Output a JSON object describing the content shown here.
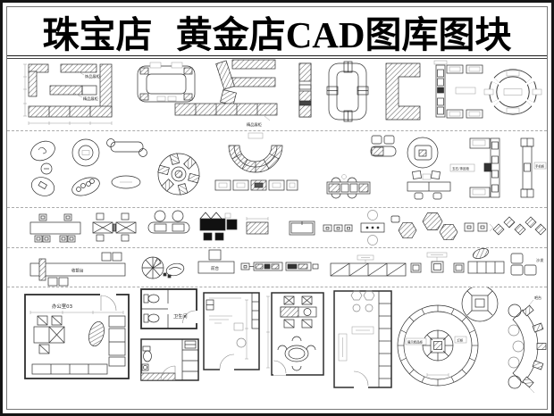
{
  "header": {
    "title": "珠宝店 黄金店CAD图库图块"
  },
  "labels": {
    "ornament_display": "饰品展柜",
    "boutique_display_a": "精品展柜",
    "boutique_display_b": "精品展柜",
    "jade_ornament_cabinet": "玉石.饰品柜",
    "phone_cabinet": "手机柜",
    "cashier_counter": "收银台",
    "reception_desk": "前台",
    "sofa": "沙发",
    "office_03": "办公室03",
    "restroom": "卫生间",
    "display_boutique_cabinet": "展示精品柜",
    "light_cabinet": "灯柜",
    "bar_counter": "吧台"
  }
}
